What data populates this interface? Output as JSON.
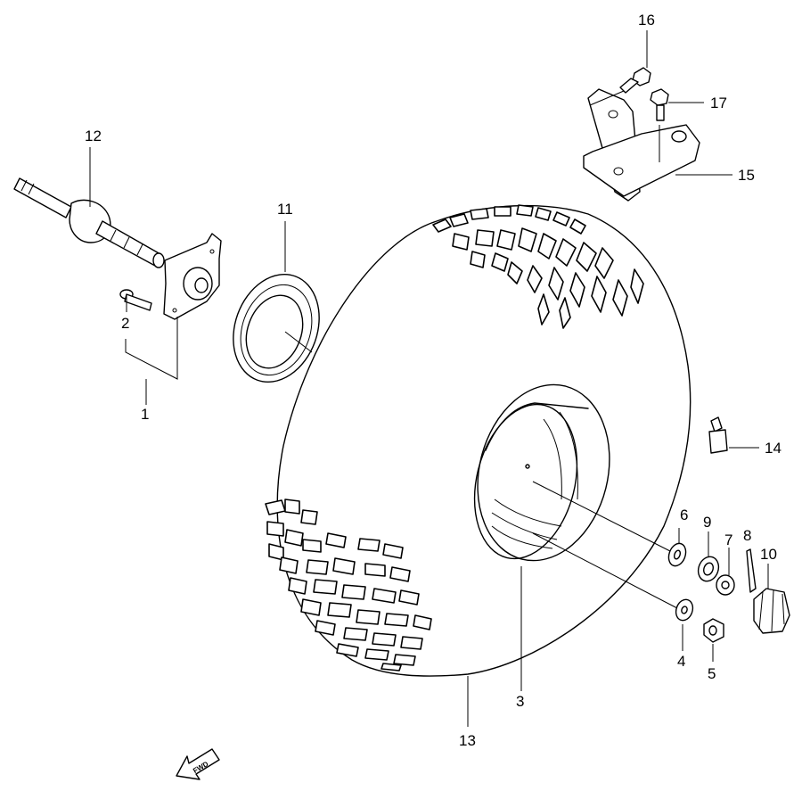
{
  "callouts": [
    {
      "id": "p1",
      "label": "1"
    },
    {
      "id": "p2",
      "label": "2"
    },
    {
      "id": "p3",
      "label": "3"
    },
    {
      "id": "p4",
      "label": "4"
    },
    {
      "id": "p5",
      "label": "5"
    },
    {
      "id": "p6",
      "label": "6"
    },
    {
      "id": "p7",
      "label": "7"
    },
    {
      "id": "p8",
      "label": "8"
    },
    {
      "id": "p9",
      "label": "9"
    },
    {
      "id": "p10",
      "label": "10"
    },
    {
      "id": "p11",
      "label": "11"
    },
    {
      "id": "p12",
      "label": "12"
    },
    {
      "id": "p13",
      "label": "13"
    },
    {
      "id": "p14",
      "label": "14"
    },
    {
      "id": "p15",
      "label": "15"
    },
    {
      "id": "p16",
      "label": "16"
    },
    {
      "id": "p17",
      "label": "17"
    }
  ],
  "direction_arrow": {
    "label": "FWD"
  },
  "colors": {
    "line": "#000000",
    "background": "#ffffff"
  }
}
